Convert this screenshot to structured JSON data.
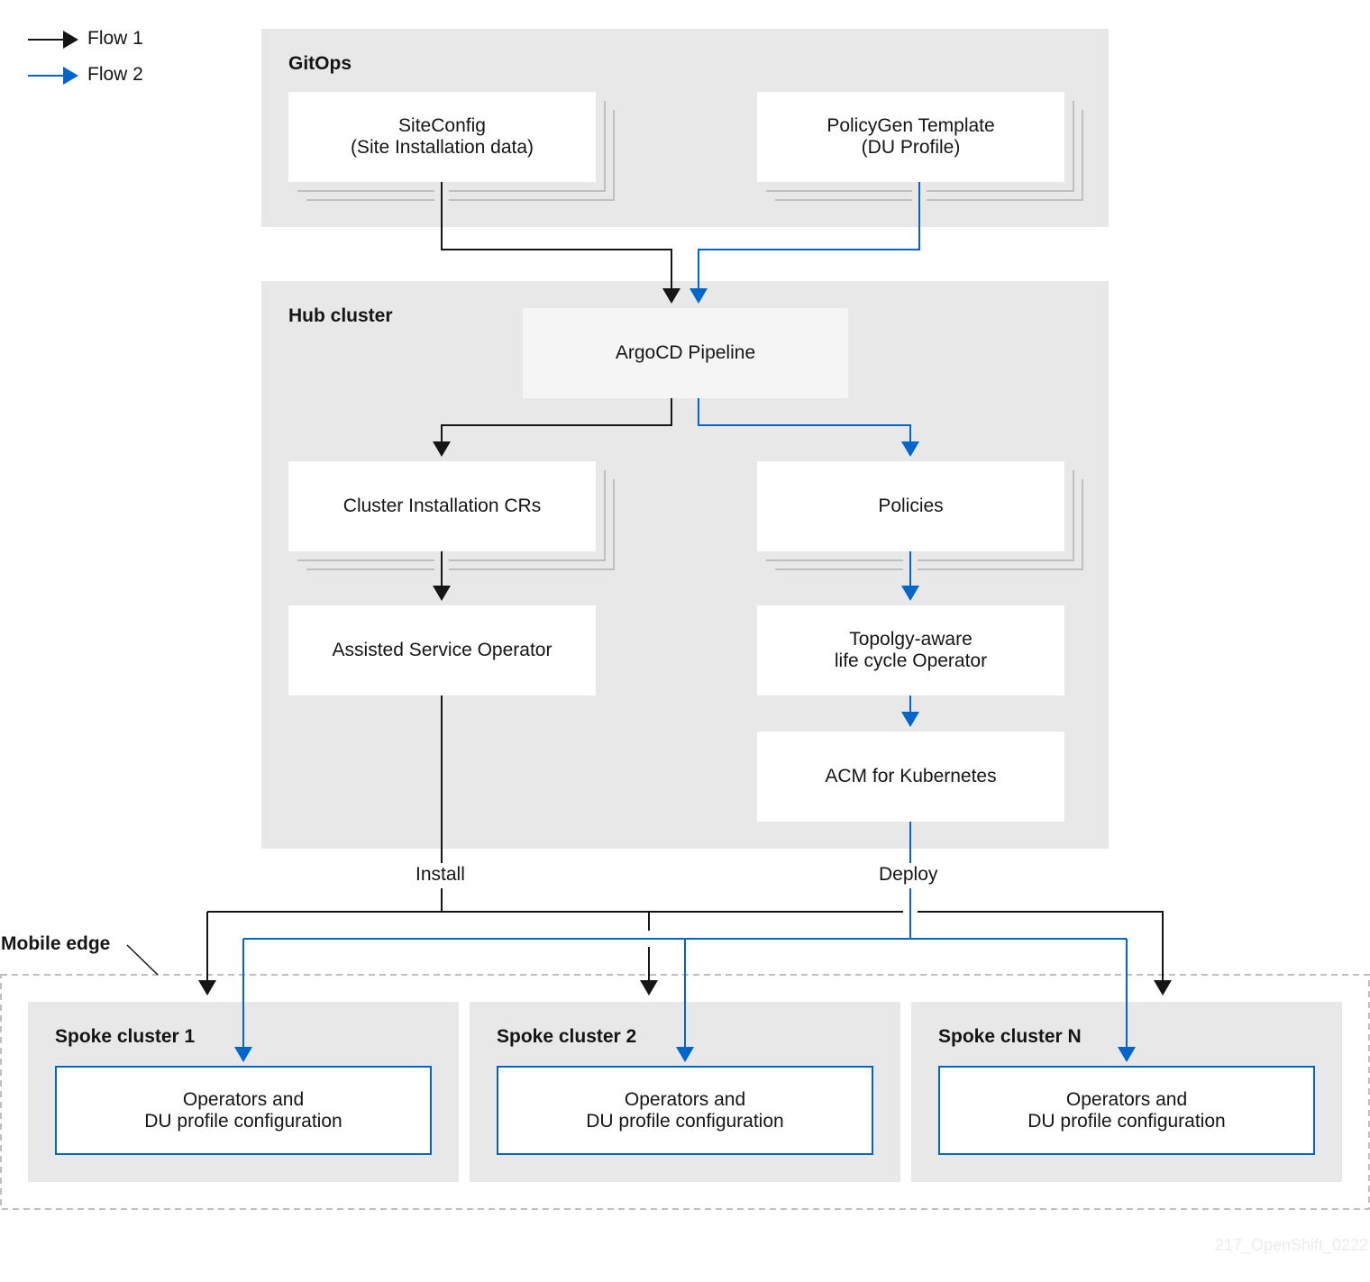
{
  "legend": {
    "flow1": "Flow 1",
    "flow2": "Flow 2"
  },
  "colors": {
    "flow1": "#151515",
    "flow2": "#0066cc",
    "group_bg": "#e8e8e8",
    "stack_line": "#bfbfbf",
    "dashed_border": "#bfbfbf"
  },
  "groups": {
    "gitops": "GitOps",
    "hub": "Hub cluster",
    "mobile_edge": "Mobile edge",
    "spoke1": "Spoke cluster 1",
    "spoke2": "Spoke cluster 2",
    "spokeN": "Spoke cluster N"
  },
  "nodes": {
    "siteconfig": {
      "title": "SiteConfig",
      "subtitle": "(Site Installation data)"
    },
    "policygen": {
      "title": "PolicyGen Template",
      "subtitle": "(DU Profile)"
    },
    "argocd": {
      "title": "ArgoCD Pipeline"
    },
    "cluster_crs": {
      "title": "Cluster Installation CRs"
    },
    "policies": {
      "title": "Policies"
    },
    "assisted": {
      "title": "Assisted Service Operator"
    },
    "talo": {
      "line1": "Topolgy-aware",
      "line2": "life cycle Operator"
    },
    "acm": {
      "title": "ACM for Kubernetes"
    },
    "spoke_config": {
      "line1": "Operators and",
      "line2": "DU profile configuration"
    }
  },
  "edge_labels": {
    "install": "Install",
    "deploy": "Deploy"
  },
  "watermark": "217_OpenShift_0222"
}
